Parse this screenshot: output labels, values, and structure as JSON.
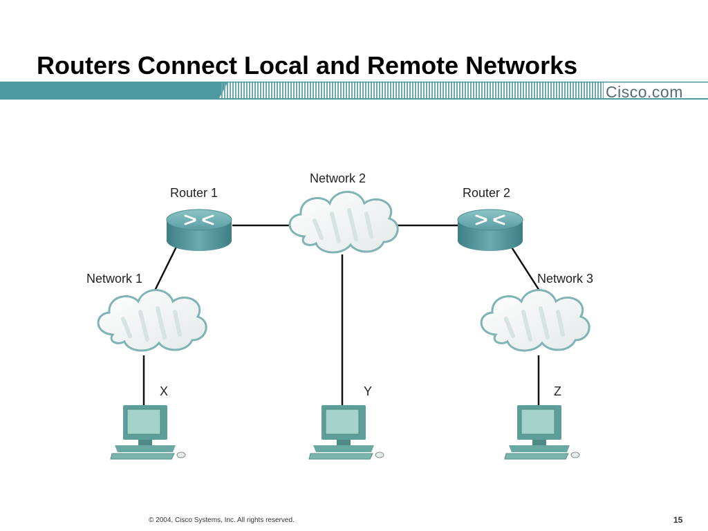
{
  "slide": {
    "title": "Routers Connect Local and Remote Networks",
    "brand": "Cisco.com",
    "footer": "© 2004, Cisco Systems, Inc. All rights reserved.",
    "page_number": "15"
  },
  "diagram": {
    "routers": [
      {
        "id": "router1",
        "label": "Router 1"
      },
      {
        "id": "router2",
        "label": "Router 2"
      }
    ],
    "networks": [
      {
        "id": "network1",
        "label": "Network 1"
      },
      {
        "id": "network2",
        "label": "Network 2"
      },
      {
        "id": "network3",
        "label": "Network 3"
      }
    ],
    "hosts": [
      {
        "id": "hostX",
        "label": "X"
      },
      {
        "id": "hostY",
        "label": "Y"
      },
      {
        "id": "hostZ",
        "label": "Z"
      }
    ],
    "links": [
      {
        "from": "router1",
        "to": "network2"
      },
      {
        "from": "network2",
        "to": "router2"
      },
      {
        "from": "router1",
        "to": "network1"
      },
      {
        "from": "router2",
        "to": "network3"
      },
      {
        "from": "network1",
        "to": "hostX"
      },
      {
        "from": "network2",
        "to": "hostY"
      },
      {
        "from": "network3",
        "to": "hostZ"
      }
    ]
  },
  "colors": {
    "banner_teal": "#4c9aa0",
    "router_body": "#5e9ea3",
    "host_body": "#7fb7b0",
    "cloud_fill": "#f2f4f4",
    "cloud_outline": "#7fb3b4"
  }
}
